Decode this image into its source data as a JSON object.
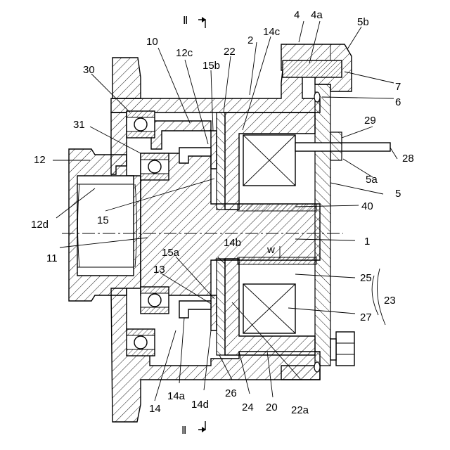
{
  "section_marks": {
    "top": "Ⅱ",
    "bottom": "Ⅱ"
  },
  "labels": {
    "l1": "1",
    "l2": "2",
    "l4": "4",
    "l4a": "4a",
    "l5": "5",
    "l5a": "5a",
    "l5b": "5b",
    "l6": "6",
    "l7": "7",
    "l10": "10",
    "l11": "11",
    "l12": "12",
    "l12c": "12c",
    "l12d": "12d",
    "l13": "13",
    "l14": "14",
    "l14a": "14a",
    "l14b": "14b",
    "l14c": "14c",
    "l14d": "14d",
    "l15": "15",
    "l15a": "15a",
    "l15b": "15b",
    "l20": "20",
    "l22": "22",
    "l22a": "22a",
    "l23": "23",
    "l24": "24",
    "l25": "25",
    "l26": "26",
    "l27": "27",
    "l28": "28",
    "l29": "29",
    "l30": "30",
    "l31": "31",
    "l40": "40",
    "lw": "w"
  }
}
